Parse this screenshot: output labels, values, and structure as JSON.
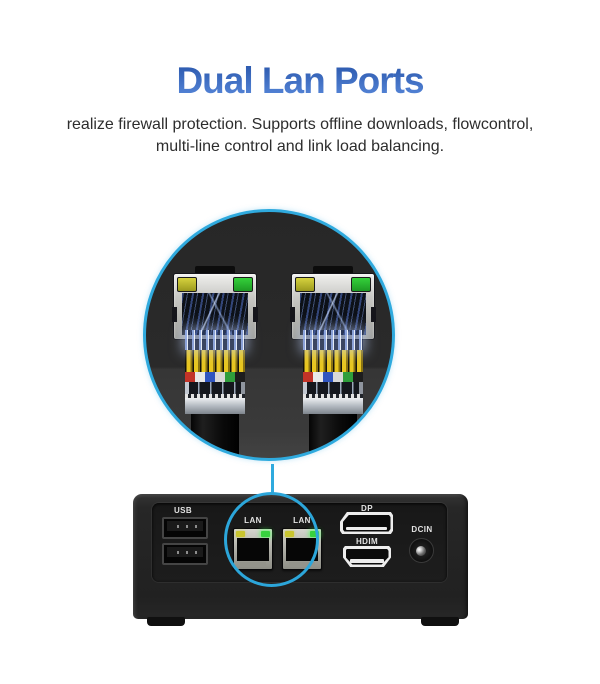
{
  "title": {
    "text": "Dual Lan Ports"
  },
  "subtitle": {
    "line1": "realize firewall protection. Supports offline downloads, flowcontrol,",
    "line2": "multi-line control and link load balancing."
  },
  "colors": {
    "accent_cyan": "#2faade",
    "title_gradient_top": "#2b58ad",
    "title_gradient_bottom": "#5787d9",
    "led_yellow": "#c9c52f",
    "led_green": "#38d13e"
  },
  "device": {
    "ports": {
      "usb_label": "USB",
      "lan_left_label": "LAN",
      "lan_right_label": "LAN",
      "dp_label": "DP",
      "hdmi_label": "HDIM",
      "dcin_label": "DCIN"
    }
  },
  "wire_band_colors": [
    "#c23328",
    "#e8e8e8",
    "#2f55c0",
    "#d8d8d8",
    "#2f9e3c",
    "#1d1d1d"
  ]
}
